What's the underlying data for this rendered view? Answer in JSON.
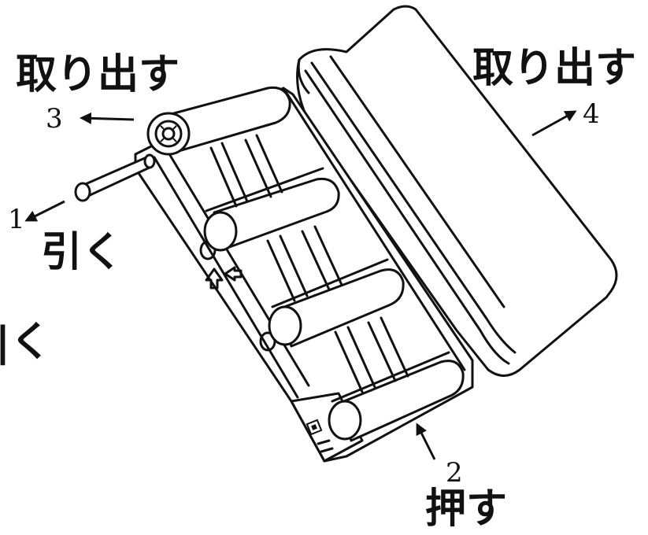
{
  "labels": {
    "remove_left": "取り出す",
    "remove_right": "取り出す",
    "pull": "引く",
    "pull_cut": "|く",
    "push": "押す"
  },
  "steps": {
    "step1": "1",
    "step2": "2",
    "step3": "3",
    "step4": "4"
  },
  "colors": {
    "ink": "#111111",
    "paper": "#ffffff"
  }
}
